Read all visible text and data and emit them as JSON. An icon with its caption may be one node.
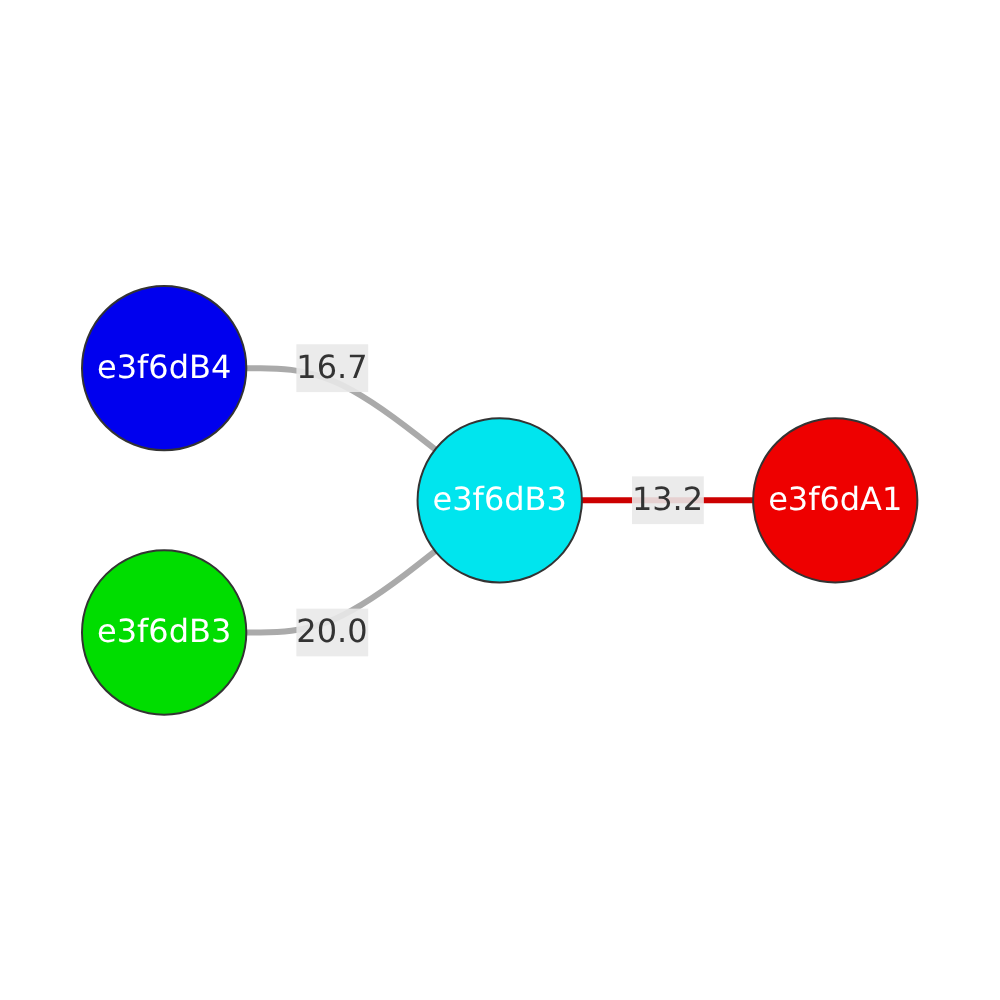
{
  "diagram": {
    "nodes": [
      {
        "text": [
          "e3f6dB4"
        ]
      },
      {
        "text": [
          "e3f6dA1"
        ]
      },
      {
        "text": [
          "e3f6dB3"
        ]
      },
      {
        "text": [
          "e3f6dB3"
        ]
      }
    ],
    "edges": [
      {
        "from": 0,
        "to": 2,
        "arrow": "none",
        "label": "16.7"
      },
      {
        "from": 3,
        "to": 2,
        "arrow": "none",
        "label": "20.0"
      },
      {
        "from": 2,
        "to": 1,
        "arrow": "none",
        "label": "13.2",
        "color": "#cc0000"
      }
    ]
  }
}
